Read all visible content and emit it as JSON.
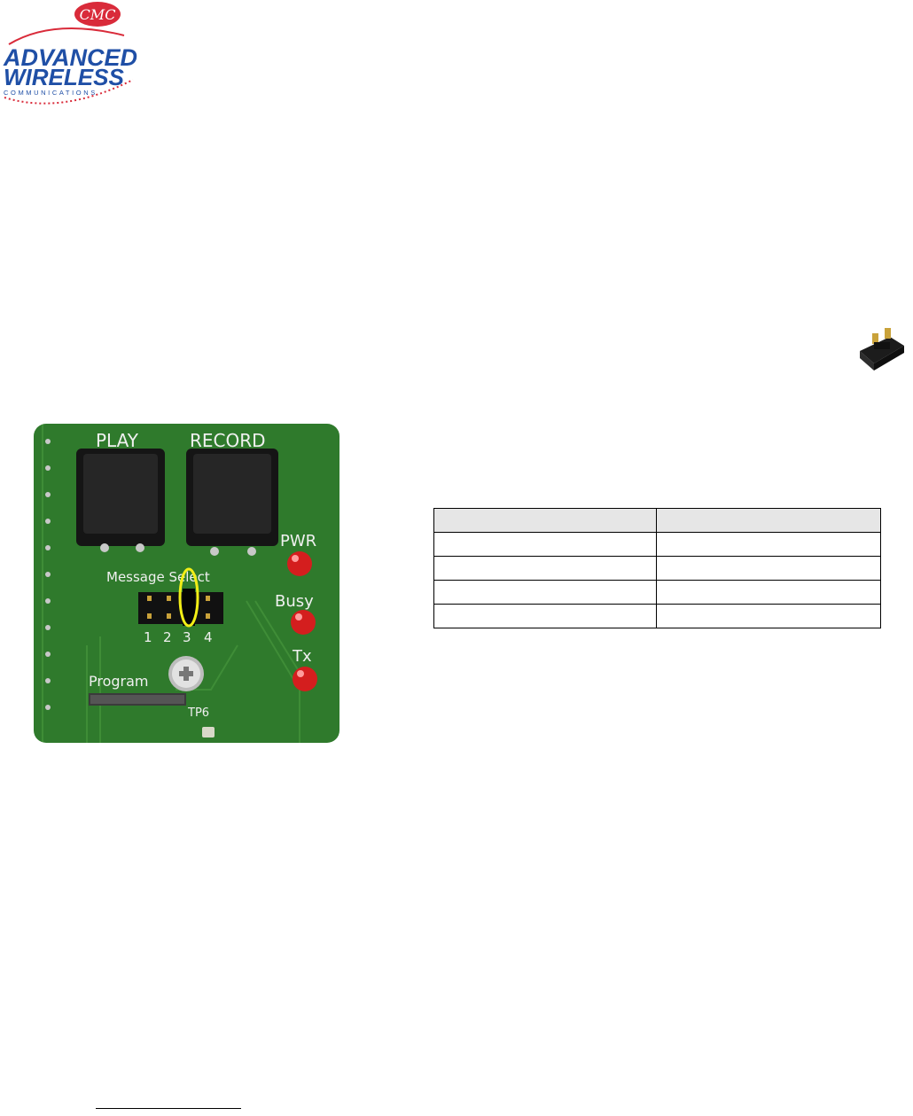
{
  "logo": {
    "monogram": "CMC",
    "line1": "ADVANCED",
    "line2": "WIRELESS",
    "line3": "COMMUNICATIONS",
    "colors": {
      "red": "#d92b3a",
      "blue": "#1f4fa6"
    }
  },
  "jumper_icon": "jumper-shunt-icon",
  "pcb": {
    "play_label": "PLAY",
    "record_label": "RECORD",
    "message_select_label": "Message Select",
    "pins": [
      "1",
      "2",
      "3",
      "4"
    ],
    "selected_pin": "3",
    "program_label": "Program",
    "tp6_label": "TP6",
    "leds": [
      "PWR",
      "Busy",
      "Tx"
    ],
    "colors": {
      "board": "#2f7a2c",
      "led": "#d41e1e",
      "highlight": "#f2ee16"
    }
  },
  "table": {
    "rows": [
      [
        "",
        ""
      ],
      [
        "",
        ""
      ],
      [
        "",
        ""
      ],
      [
        "",
        ""
      ],
      [
        "",
        ""
      ]
    ]
  }
}
